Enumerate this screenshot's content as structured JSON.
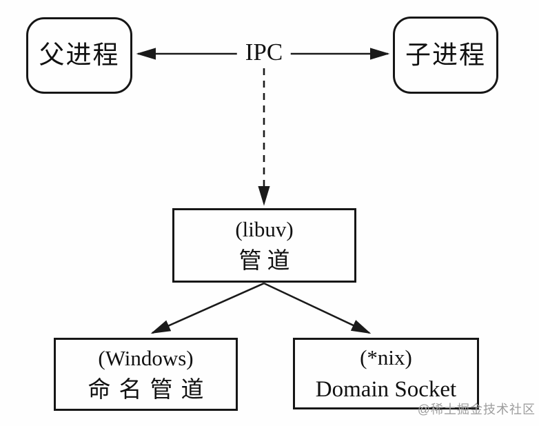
{
  "colors": {
    "background": "#fefefe",
    "line": "#1a1a1a",
    "watermark_gray": "#9d9d9d"
  },
  "nodes": {
    "parent_process": {
      "label": "父进程"
    },
    "child_process": {
      "label": "子进程"
    },
    "libuv_pipe": {
      "line1": "(libuv)",
      "line2": "管道"
    },
    "windows_named_pipe": {
      "line1": "(Windows)",
      "line2": "命名管道"
    },
    "nix_domain_socket": {
      "line1": "(*nix)",
      "line2": "Domain Socket"
    }
  },
  "edges": {
    "ipc_label": "IPC"
  },
  "watermark": "@稀土掘金技术社区"
}
